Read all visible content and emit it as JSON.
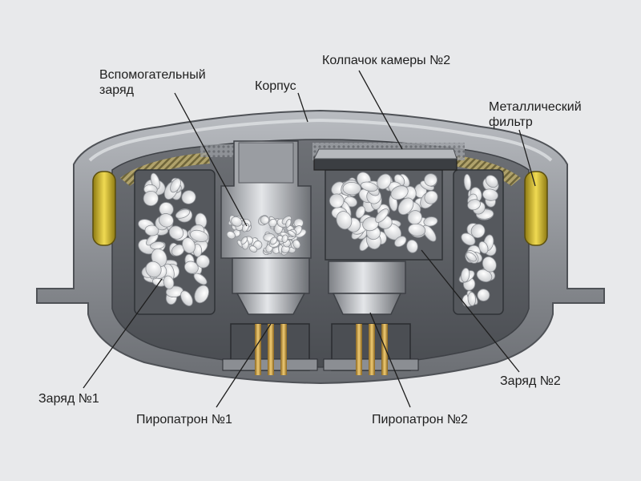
{
  "diagram": {
    "labels": {
      "aux_charge_line1": "Вспомогательный",
      "aux_charge_line2": "заряд",
      "body": "Корпус",
      "chamber_cap": "Колпачок камеры №2",
      "metal_filter_line1": "Металлический",
      "metal_filter_line2": "фильтр",
      "charge1": "Заряд №1",
      "charge2": "Заряд №2",
      "squib1": "Пиропатрон №1",
      "squib2": "Пиропатрон №2"
    },
    "colors": {
      "background": "#e8e9eb",
      "housing": "#8e9196",
      "housing_light": "#c9ccd0",
      "housing_dark": "#4f5257",
      "filter": "#d8c23a",
      "pellets": "#f2f2f2",
      "pins": "#c99a3c",
      "leader": "#1e1e1e"
    }
  }
}
